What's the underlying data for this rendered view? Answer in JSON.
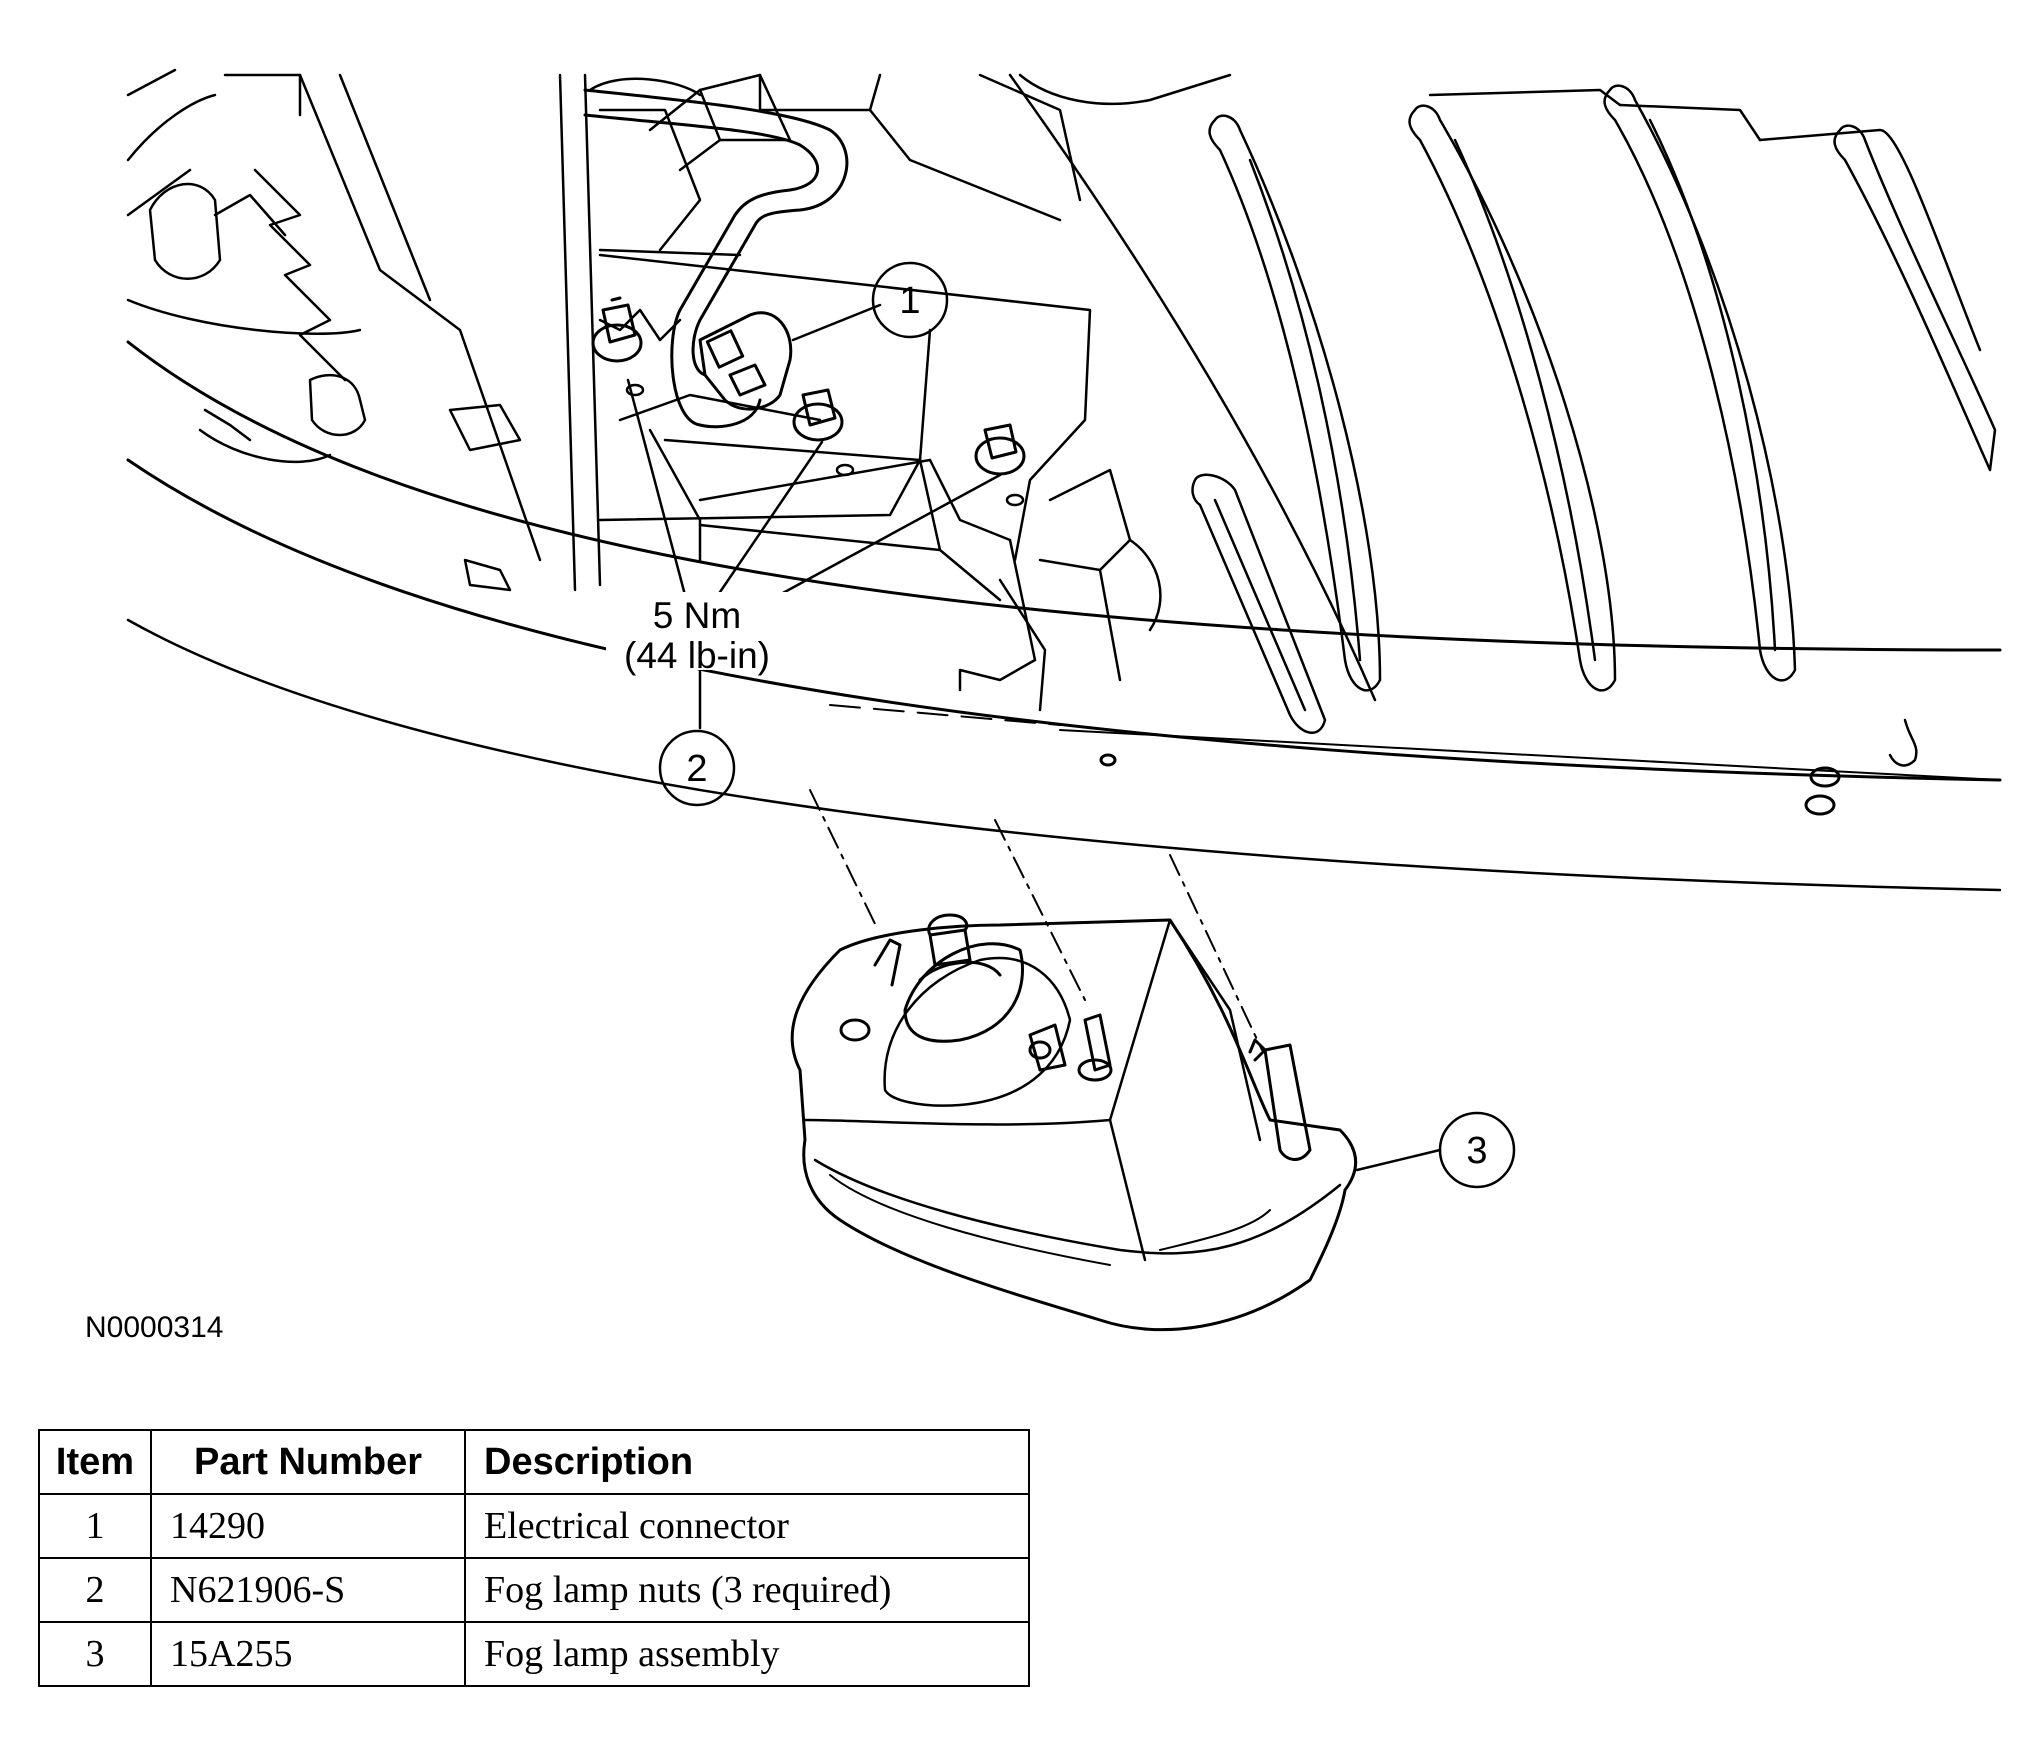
{
  "diagram": {
    "torque_value": "5 Nm",
    "torque_imperial": "(44 lb-in)",
    "callouts": [
      "1",
      "2",
      "3"
    ],
    "figure_id": "N0000314"
  },
  "parts_table": {
    "headers": {
      "item": "Item",
      "part_number": "Part Number",
      "description": "Description"
    },
    "rows": [
      {
        "item": "1",
        "part_number": "14290",
        "description": "Electrical connector"
      },
      {
        "item": "2",
        "part_number": "N621906-S",
        "description": "Fog lamp nuts (3 required)"
      },
      {
        "item": "3",
        "part_number": "15A255",
        "description": "Fog lamp assembly"
      }
    ]
  }
}
